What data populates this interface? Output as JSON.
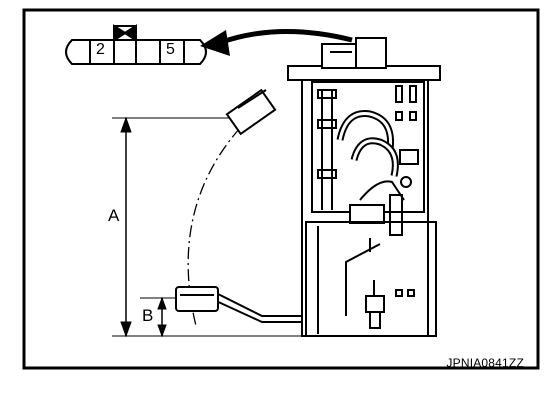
{
  "labels": {
    "dimension_a": "A",
    "dimension_b": "B",
    "connector_pin_left": "2",
    "connector_pin_right": "5",
    "figure_id": "JPNIA0841ZZ"
  },
  "colors": {
    "ink": "#000000",
    "paper": "#ffffff"
  },
  "icons": [
    "connector-face-icon",
    "rotation-arrow-icon"
  ]
}
